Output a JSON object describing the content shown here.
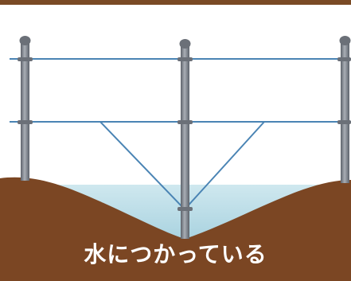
{
  "diagram": {
    "caption": "水につかっている",
    "colors": {
      "top_band": "#7a4a25",
      "soil": "#7b4623",
      "soil_shade": "#6e3e1f",
      "water": "#bfe0ea",
      "post": "#8a8f97",
      "post_dark": "#5c626b",
      "wire": "#4a84b4",
      "caption_text": "#ffffff"
    },
    "elements": {
      "posts": [
        "left-post",
        "center-post",
        "right-post"
      ],
      "horizontal_wires": [
        "upper-wire",
        "lower-wire"
      ],
      "diagonal_braces": [
        "left-brace",
        "right-brace"
      ]
    }
  }
}
